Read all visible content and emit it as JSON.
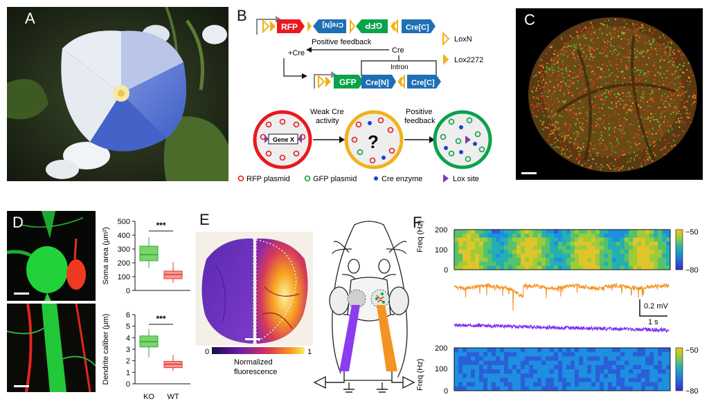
{
  "panels": {
    "A": {
      "letter": "A"
    },
    "B": {
      "letter": "B",
      "construct_top": {
        "rfp": "RFP",
        "cren_rev": "Cre[N]",
        "gfp_rev": "GFP",
        "crec": "Cre[C]"
      },
      "construct_bottom": {
        "gfp": "GFP",
        "cren": "Cre[N]",
        "crec": "Cre[C]"
      },
      "positive_feedback": "Positive feedback",
      "cre": "Cre",
      "plus_cre": "+Cre",
      "intron": "Intron",
      "legend_loxn": "LoxN",
      "legend_lox2272": "Lox2272",
      "gene_x": "Gene X",
      "weak_cre_1": "Weak Cre",
      "weak_cre_2": "activity",
      "pos_fb_1": "Positive",
      "pos_fb_2": "feedback",
      "question": "?",
      "legend_rfp_plasmid": "RFP plasmid",
      "legend_gfp_plasmid": "GFP plasmid",
      "legend_cre_enzyme": "Cre enzyme",
      "legend_lox_site": "Lox site"
    },
    "C": {
      "letter": "C"
    },
    "D": {
      "letter": "D"
    },
    "E": {
      "letter": "E",
      "scale_min": "0",
      "scale_max": "1",
      "cbar_label_1": "Normalized",
      "cbar_label_2": "fluorescence"
    },
    "F": {
      "letter": "F",
      "freq_label": "Freq (Hz)",
      "scale_voltage": "0.2 mV",
      "scale_time": "1 s",
      "cbar_top": "−50",
      "cbar_bottom": "−80"
    }
  },
  "colors": {
    "rfp": "#e8191f",
    "gfp": "#0aa24b",
    "cre": "#1f6fb5",
    "lox": "#f0b21a",
    "orange_trace": "#f39322",
    "purple_trace": "#7b2ff2"
  },
  "chart_data": [
    {
      "type": "box",
      "ylabel": "Soma area (μm²)",
      "categories": [
        "KO",
        "WT"
      ],
      "ylim": [
        0,
        500
      ],
      "yticks": [
        "0",
        "100",
        "200",
        "300",
        "400",
        "500"
      ],
      "significance": "***",
      "series": [
        {
          "name": "KO",
          "min": 160,
          "q1": 215,
          "median": 258,
          "q3": 320,
          "max": 385
        },
        {
          "name": "WT",
          "min": 55,
          "q1": 85,
          "median": 115,
          "q3": 140,
          "max": 205
        }
      ]
    },
    {
      "type": "box",
      "ylabel": "Dendrite caliber (μm)",
      "categories": [
        "KO",
        "WT"
      ],
      "ylim": [
        0,
        6
      ],
      "yticks": [
        "0",
        "1",
        "2",
        "3",
        "4",
        "5",
        "6"
      ],
      "significance": "***",
      "series": [
        {
          "name": "KO",
          "min": 2.3,
          "q1": 3.2,
          "median": 3.65,
          "q3": 4.15,
          "max": 4.75
        },
        {
          "name": "WT",
          "min": 1.1,
          "q1": 1.4,
          "median": 1.7,
          "q3": 1.95,
          "max": 2.5
        }
      ]
    },
    {
      "type": "heatmap",
      "ylabel": "Freq (Hz)",
      "ylim": [
        0,
        200
      ],
      "yticks": [
        "0",
        "100",
        "200"
      ],
      "colorbar": {
        "min": -80,
        "max": -50,
        "ticks": [
          "−50",
          "−80"
        ]
      }
    }
  ]
}
